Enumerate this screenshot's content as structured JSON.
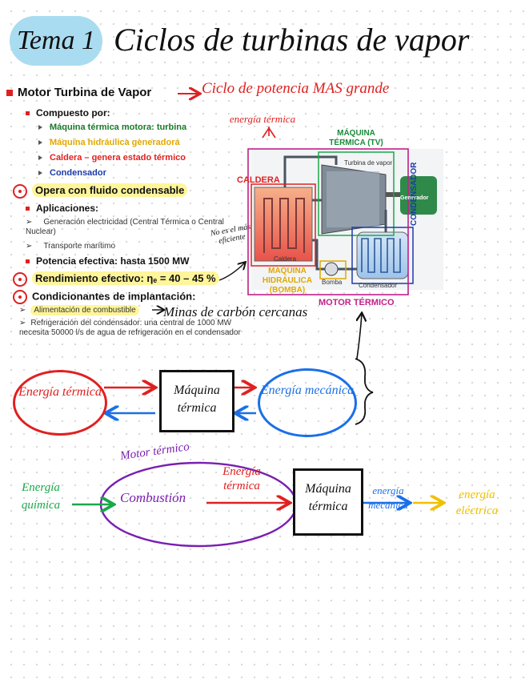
{
  "header": {
    "tema": "Tema 1",
    "title": "Ciclos de turbinas de vapor"
  },
  "section": {
    "title": "Motor Turbina de Vapor",
    "note": "Ciclo de potencia MAS grande",
    "compuesto_label": "Compuesto por:",
    "components": [
      {
        "text": "Máquina térmica motora: turbina",
        "color": "#1a7a2a"
      },
      {
        "text": "Máquina hidráulica generadora",
        "color": "#e0a800"
      },
      {
        "text": "Caldera – genera estado térmico",
        "color": "#e02020"
      },
      {
        "text": "Condensador",
        "color": "#1c3aa8"
      }
    ],
    "opera": "Opera con fluido condensable",
    "aplicaciones_label": "Aplicaciones:",
    "aplicaciones": [
      "Generación electricidad (Central Térmica o Central Nuclear)",
      "Transporte marítimo"
    ],
    "potencia": "Potencia efectiva: hasta 1500 MW",
    "rendimiento": "Rendimiento efectivo: ηₑ = 40 – 45 %",
    "no_eficiente": "No es el más eficiente",
    "condicionantes_label": "Condicionantes de implantación:",
    "condicionantes": [
      "Alimentación de combustible",
      "Refrigeración del condensador: una central de 1000 MW necesita 50000 l/s de agua de refrigeración en el condensador"
    ],
    "minas_note": "Minas de carbón cercanas"
  },
  "diagram": {
    "energia_termica": "energía térmica",
    "caldera": "CALDERA",
    "maquina_termica": "MÁQUINA TÉRMICA (TV)",
    "turbina": "Turbina de vapor",
    "generador": "Generador",
    "condensador_vertical": "CONDENSADOR",
    "maquina_hidraulica": "MÁQUINA HIDRÁULICA (BOMBA)",
    "bomba": "Bomba",
    "condensador": "Condensador",
    "caldera_small": "Caldera",
    "motor_termico": "MOTOR TÉRMICO"
  },
  "flow1": {
    "energia_termica": "Energía térmica",
    "maquina_termica": "Máquina térmica",
    "energia_mecanica": "Energía mecánica"
  },
  "flow2": {
    "motor_termico": "Motor térmico",
    "energia_quimica": "Energía química",
    "combustion": "Combustión",
    "energia_termica": "Energía térmica",
    "maquina_termica": "Máquina térmica",
    "energia_mecanica": "energía mecánica",
    "energia_electrica": "energía eléctrica"
  },
  "colors": {
    "red": "#e02020",
    "blue": "#1a6fe8",
    "green": "#1aa84a",
    "purple": "#7a1fb0",
    "yellow": "#f0c000",
    "badge": "#a9dcf0"
  }
}
